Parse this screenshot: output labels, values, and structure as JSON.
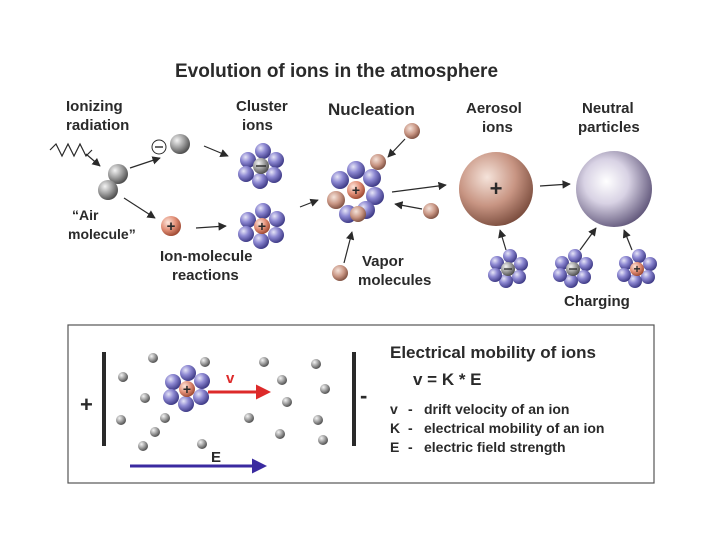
{
  "diagram": {
    "title": "Evolution of ions in the atmosphere",
    "labels": {
      "ionizing_line1": "Ionizing",
      "ionizing_line2": "radiation",
      "air_line1": "“Air",
      "air_line2": "molecule”",
      "cluster_line1": "Cluster",
      "cluster_line2": "ions",
      "nucleation": "Nucleation",
      "aerosol_line1": "Aerosol",
      "aerosol_line2": "ions",
      "neutral_line1": "Neutral",
      "neutral_line2": "particles",
      "ionmol_line1": "Ion-molecule",
      "ionmol_line2": "reactions",
      "vapor_line1": "Vapor",
      "vapor_line2": "molecules",
      "charging": "Charging"
    },
    "signs": {
      "plus": "+",
      "minus": "−"
    }
  },
  "mobility": {
    "title": "Electrical mobility of ions",
    "equation": "v = K * E",
    "plate_positive": "+",
    "plate_negative": "-",
    "velocity_symbol": "v",
    "field_symbol": "E",
    "definitions": [
      {
        "symbol": "v",
        "dash": "-",
        "text": "drift velocity of an ion"
      },
      {
        "symbol": "K",
        "dash": "-",
        "text": "electrical mobility of an ion"
      },
      {
        "symbol": "E",
        "dash": "-",
        "text": "electric field strength"
      }
    ]
  },
  "colors": {
    "ion_blue": "#7d79c9",
    "ion_red": "#e0907c",
    "neutral_gray": "#9a9a9a",
    "aerosol_brown": "#c89583",
    "neutral_particle": "#cfc8da",
    "velocity_arrow": "#dd2a2a",
    "field_arrow": "#3a2aa0"
  },
  "icons": [
    "plus-sign",
    "minus-sign",
    "radiation-wave-icon"
  ]
}
